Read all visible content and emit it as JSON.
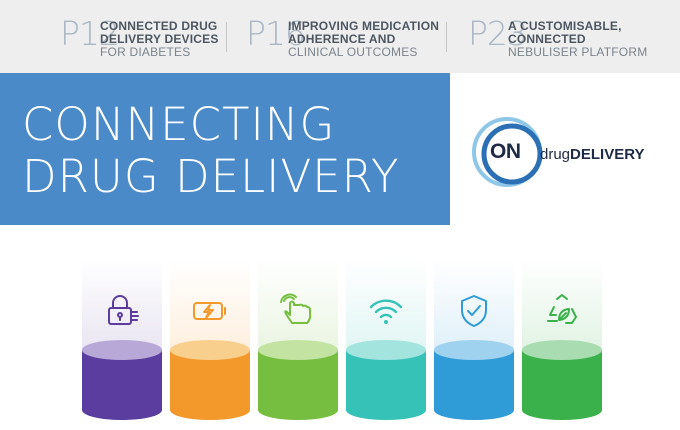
{
  "contents": [
    {
      "page": "P12",
      "line1": "CONNECTED DRUG",
      "line2": "DELIVERY  DEVICES",
      "line3": "FOR DIABETES"
    },
    {
      "page": "P16",
      "line1": "IMPROVING MEDICATION",
      "line2": "ADHERENCE AND",
      "line3": "CLINICAL OUTCOMES"
    },
    {
      "page": "P23",
      "line1": "A CUSTOMISABLE,",
      "line2": "CONNECTED",
      "line3": "NEBULISER PLATFORM"
    }
  ],
  "banner": {
    "line1": "CONNECTING",
    "line2": "DRUG DELIVERY"
  },
  "logo": {
    "on": "ON",
    "brand_prefix": "drug",
    "brand_suffix": "DELIVERY"
  },
  "colors": {
    "banner": "#4a8ac9",
    "topbar": "#eeeeee",
    "cylinders": [
      "#5a3d9e",
      "#f3982a",
      "#76be3f",
      "#36c2b6",
      "#2f9bd7",
      "#3ab14a"
    ]
  },
  "cylinders": [
    {
      "icon": "padlock-circuit-icon"
    },
    {
      "icon": "battery-bolt-icon"
    },
    {
      "icon": "touch-hand-icon"
    },
    {
      "icon": "wifi-icon"
    },
    {
      "icon": "shield-check-icon"
    },
    {
      "icon": "recycle-leaf-icon"
    }
  ]
}
